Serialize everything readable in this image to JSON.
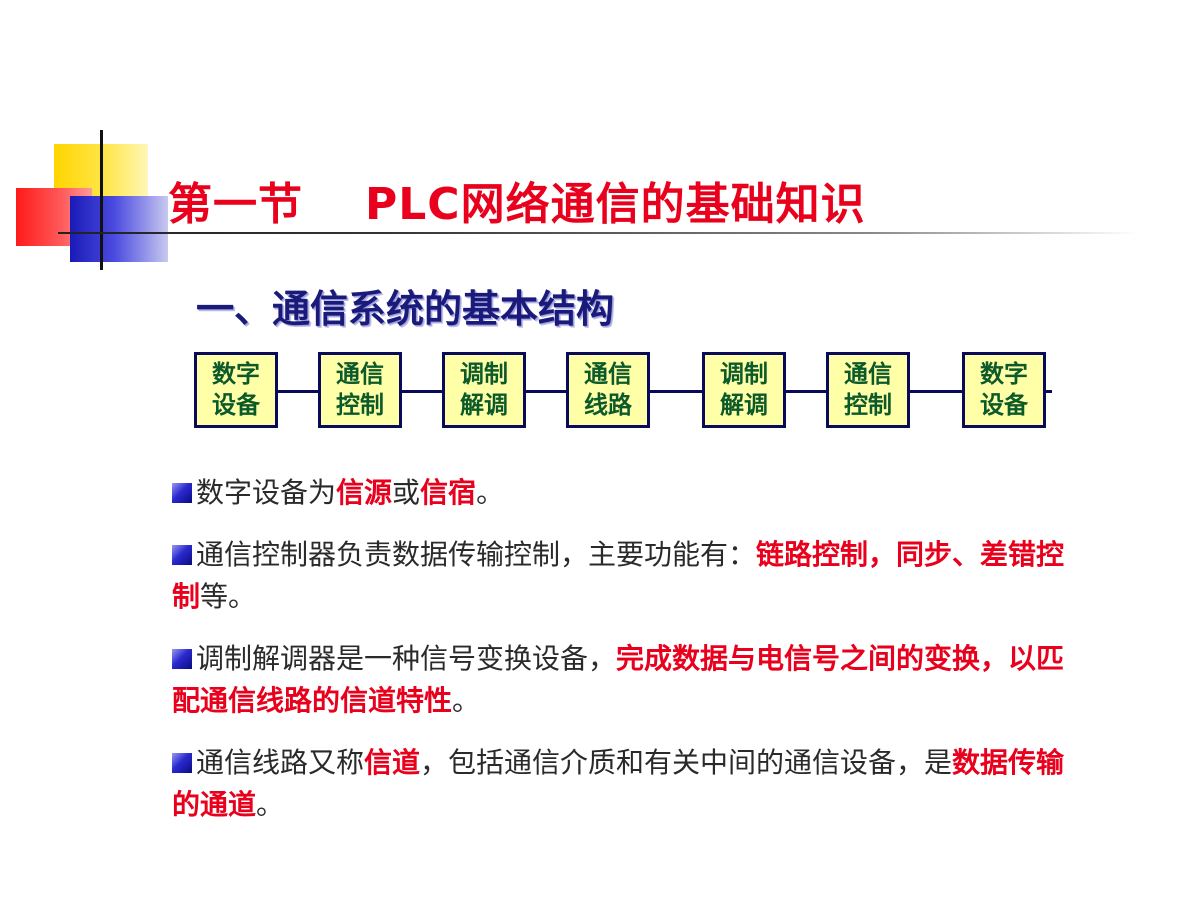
{
  "title": {
    "part1": "第一节",
    "part2": "PLC网络通信的基础知识"
  },
  "subtitle": "一、通信系统的基本结构",
  "flow_boxes": [
    {
      "line1": "数字",
      "line2": "设备"
    },
    {
      "line1": "通信",
      "line2": "控制"
    },
    {
      "line1": "调制",
      "line2": "解调"
    },
    {
      "line1": "通信",
      "line2": "线路"
    },
    {
      "line1": "调制",
      "line2": "解调"
    },
    {
      "line1": "通信",
      "line2": "控制"
    },
    {
      "line1": "数字",
      "line2": "设备"
    }
  ],
  "bullets": [
    {
      "t1": "数字设备为",
      "h1": "信源",
      "t2": "或",
      "h2": "信宿",
      "t3": "。"
    },
    {
      "t1": "通信控制器负责数据传输控制，主要功能有：",
      "h1": "链路控制，同步、差错控制",
      "t2": "等。"
    },
    {
      "t1": "调制解调器是一种信号变换设备，",
      "h1": "完成数据与电信号之间的变换，以匹配通信线路的信道特性",
      "t2": "。"
    },
    {
      "t1": "通信线路又称",
      "h1": "信道",
      "t2": "，包括通信介质和有关中间的通信设备，是",
      "h2": "数据传输的通道",
      "t3": "。"
    }
  ],
  "colors": {
    "title": "#e8001c",
    "subtitle": "#1a1a7a",
    "box_fill": "#ffffa8",
    "box_border": "#0a0a5a",
    "box_text": "#0c5a2a",
    "highlight": "#e8001c"
  }
}
